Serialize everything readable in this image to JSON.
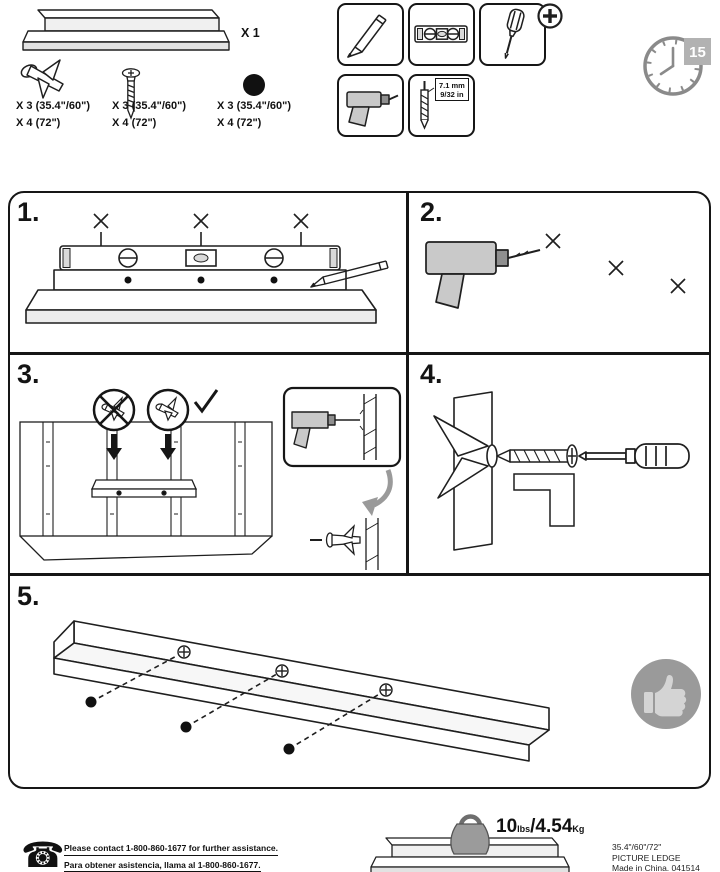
{
  "parts": {
    "shelf_qty": "X 1",
    "anchor_qty_small": "X 3 (35.4\"/60\")",
    "anchor_qty_large": "X 4 (72\")",
    "screw_qty_small": "X 3 (35.4\"/60\")",
    "screw_qty_large": "X 4 (72\")",
    "cap_qty_small": "X 3 (35.4\"/60\")",
    "cap_qty_large": "X 4 (72\")"
  },
  "tools": {
    "drill_bit_mm": "7.1 mm",
    "drill_bit_in": "9/32 in"
  },
  "time_minutes": "15",
  "steps": {
    "s1": "1.",
    "s2": "2.",
    "s3": "3.",
    "s4": "4.",
    "s5": "5."
  },
  "footer": {
    "contact_en": "Please contact 1-800-860-1677 for further assistance.",
    "contact_es": "Para obtener asistencia, llama al 1-800-860-1677.",
    "weight_lb_value": "10",
    "weight_lb_unit": "lbs",
    "weight_kg_value": "/4.54",
    "weight_kg_unit": "Kg",
    "sizes": "35.4\"/60\"/72\"",
    "product_name": "PICTURE LEDGE",
    "made_in": "Made in China. 041514"
  },
  "colors": {
    "line": "#1f1f1f",
    "gray_fill": "#c9c9c9",
    "badge_gray": "#9a9a9a"
  }
}
